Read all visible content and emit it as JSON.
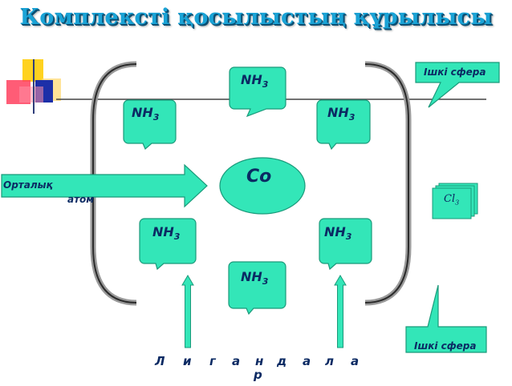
{
  "title": "Комплексті қосылыстың құрылысы",
  "ligand_formula": "NH",
  "ligand_subscript": "3",
  "central_atom": "Co",
  "central_atom_label": [
    "Орталық",
    "атом"
  ],
  "outer_sphere_ion": "Cl",
  "outer_sphere_subscript": "3",
  "callouts": {
    "top_right": "Ішкі сфера",
    "bottom_right": "Ішкі сфера"
  },
  "ligands_label": [
    "Л",
    "и",
    "г",
    "а",
    "н",
    "д",
    "а",
    "л",
    "а",
    "р"
  ],
  "colors": {
    "bubble_fill": "#33e6b8",
    "bubble_stroke": "#1a9a7a",
    "text": "#0b2a63",
    "title": "#1aa3d6",
    "bracket": "#333333"
  }
}
